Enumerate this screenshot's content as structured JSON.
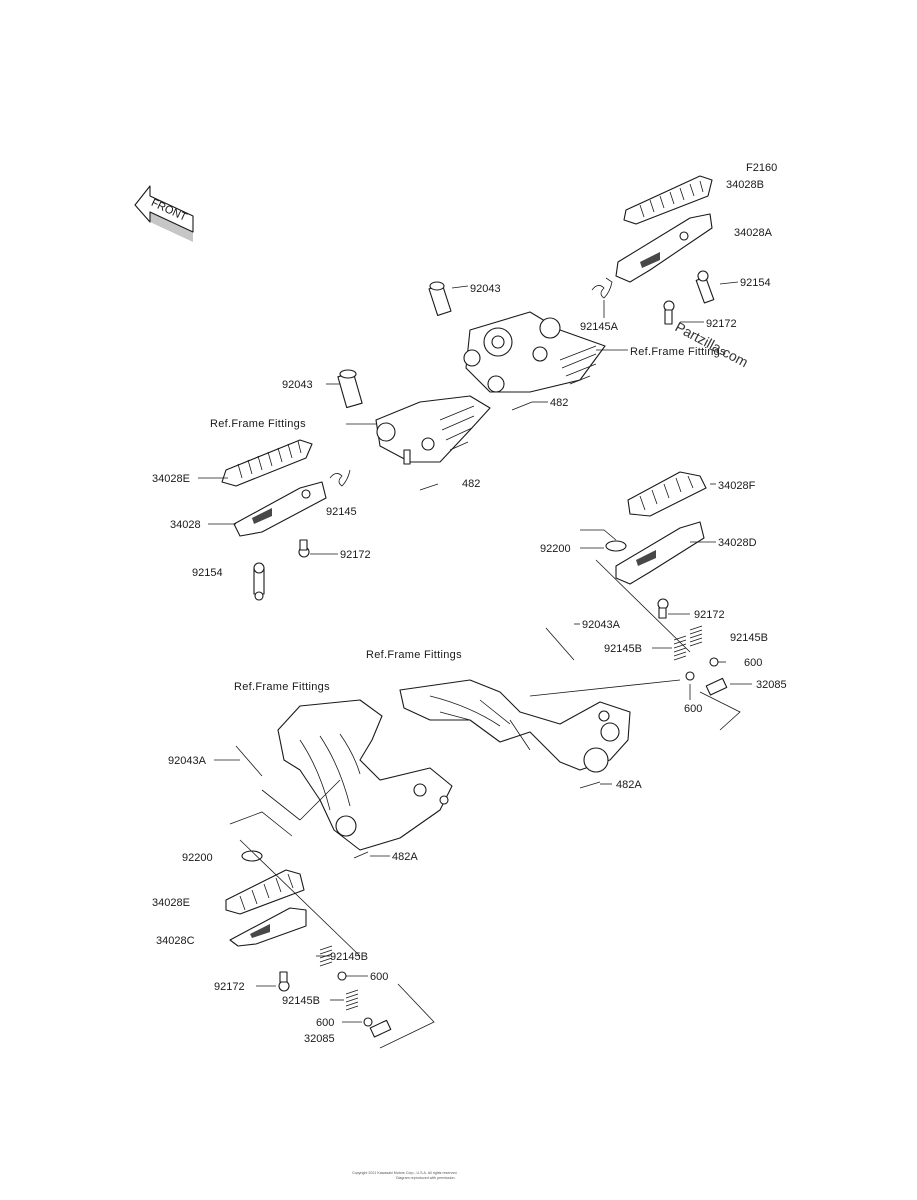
{
  "diagram": {
    "code": "F2160",
    "front_badge": "FRONT",
    "watermark": "Partzilla.com",
    "ref_label": "Ref.Frame Fittings",
    "footer_lines": [
      "Copyright 2021 Kawasaki Motors Corp., U.S.A. All rights reserved.",
      "Diagram reproduced with permission."
    ],
    "labels": {
      "p34028B": "34028B",
      "p34028A": "34028A",
      "p92154_top": "92154",
      "p92043_top": "92043",
      "p92145A": "92145A",
      "p92172_top": "92172",
      "p482_mid": "482",
      "p92043_mid": "92043",
      "p482_left": "482",
      "p34028E": "34028E",
      "p34028": "34028",
      "p92145": "92145",
      "p92172_left": "92172",
      "p92154_left": "92154",
      "p34028F": "34028F",
      "p92200_right": "92200",
      "p34028D": "34028D",
      "p92172_right": "92172",
      "p92043A_right": "92043A",
      "p92145B_right": "92145B",
      "p92145B_right2": "92145B",
      "p600_right": "600",
      "p600_right2": "600",
      "p32085_right": "32085",
      "p92043A_left": "92043A",
      "p482A_right": "482A",
      "p92200_left": "92200",
      "p482A_left": "482A",
      "p34028E_low": "34028E",
      "p34028C": "34028C",
      "p92145B_low": "92145B",
      "p600_low": "600",
      "p92172_low": "92172",
      "p92145B_low2": "92145B",
      "p600_low2": "600",
      "p32085_low": "32085"
    }
  }
}
